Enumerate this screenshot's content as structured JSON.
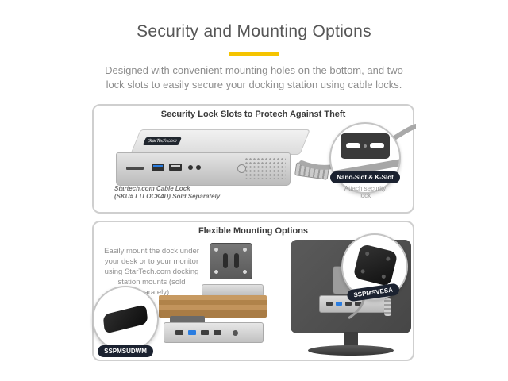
{
  "page": {
    "title": "Security and Mounting Options",
    "subtitle_line1": "Designed with convenient mounting holes on the bottom, and two",
    "subtitle_line2": "lock slots to easily secure your docking station using cable locks."
  },
  "security_panel": {
    "heading": "Security Lock Slots to Protech Against Theft",
    "dock_brand": "StarTech.com",
    "caption_line1": "Startech.com Cable Lock",
    "caption_line2": "(SKU# LTLOCK4D) Sold Separately",
    "callout_badge": "Nano-Slot & K-Slot",
    "callout_note_line1": "Attach security",
    "callout_note_line2": "lock"
  },
  "mounting_panel": {
    "heading": "Flexible Mounting Options",
    "description": "Easily mount the dock under your desk or to your monitor using StarTech.com docking station mounts (sold separately).",
    "vesa_badge": "SSPMSVESA",
    "underdesk_badge": "SSPMSUDWM"
  },
  "colors": {
    "accent_yellow": "#f5c400",
    "badge_background": "#1b2230",
    "panel_border": "#cfcfcf"
  }
}
